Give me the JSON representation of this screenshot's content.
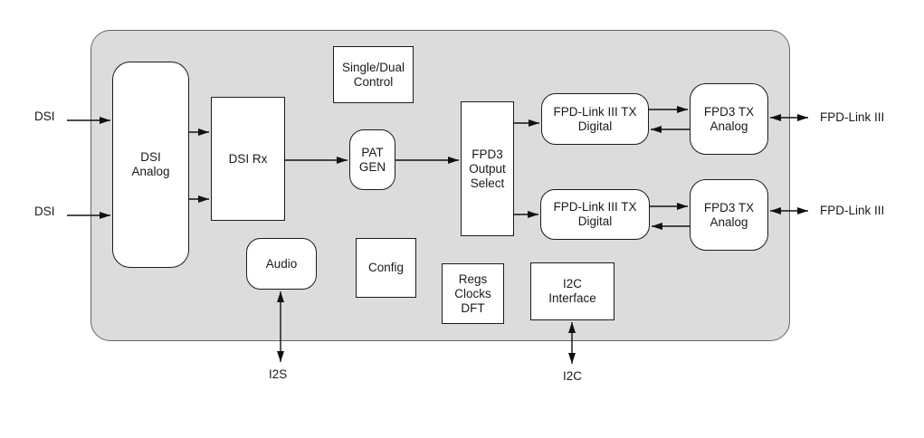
{
  "diagram": {
    "colors": {
      "background": "#ffffff",
      "chip_fill": "#dcdcdc",
      "chip_border": "#666666",
      "block_fill": "#ffffff",
      "block_border": "#1b1b1b",
      "wire": "#111111",
      "text": "#1a1a1a"
    },
    "blocks": {
      "dsi_analog": {
        "label": "DSI\nAnalog"
      },
      "dsi_rx": {
        "label": "DSI Rx"
      },
      "single_dual_control": {
        "label": "Single/Dual\nControl"
      },
      "pat_gen": {
        "label": "PAT\nGEN"
      },
      "fpd3_output_select": {
        "label": "FPD3\nOutput\nSelect"
      },
      "fpd_link_tx_digital_1": {
        "label": "FPD-Link III TX\nDigital"
      },
      "fpd3_tx_analog_1": {
        "label": "FPD3 TX\nAnalog"
      },
      "fpd_link_tx_digital_2": {
        "label": "FPD-Link III TX\nDigital"
      },
      "fpd3_tx_analog_2": {
        "label": "FPD3 TX\nAnalog"
      },
      "audio": {
        "label": "Audio"
      },
      "config": {
        "label": "Config"
      },
      "regs_clocks_dft": {
        "label": "Regs\nClocks\nDFT"
      },
      "i2c_interface": {
        "label": "I2C\nInterface"
      }
    },
    "io_labels": {
      "dsi_top": "DSI",
      "dsi_bottom": "DSI",
      "fpd_link_top": "FPD-Link III",
      "fpd_link_bottom": "FPD-Link III",
      "i2s": "I2S",
      "i2c": "I2C"
    }
  }
}
